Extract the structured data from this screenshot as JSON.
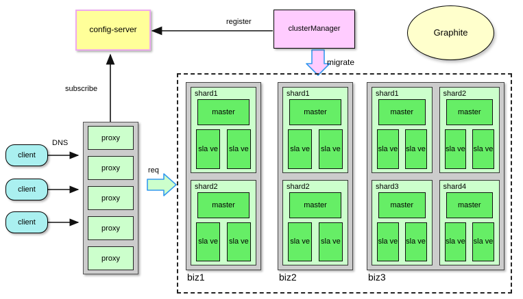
{
  "diagram": {
    "title": "Cluster architecture diagram",
    "background": "#ffffff",
    "colors": {
      "config_server_fill": "#ffff99",
      "config_server_border": "#eeaaee",
      "cluster_manager_fill": "#ffccff",
      "graphite_fill": "#ffffcc",
      "client_fill": "#aaf0f0",
      "rack_fill": "#cccccc",
      "proxy_fill": "#ccffcc",
      "shard_fill": "#ccffcc",
      "node_fill": "#66ee66",
      "arrow_outline": "#3399ee"
    }
  },
  "nodes": {
    "config_server": {
      "label": "config-server"
    },
    "cluster_manager": {
      "label": "clusterManager"
    },
    "graphite": {
      "label": "Graphite"
    }
  },
  "clients": [
    {
      "label": "client"
    },
    {
      "label": "client"
    },
    {
      "label": "client"
    }
  ],
  "proxy_rack": {
    "proxies": [
      {
        "label": "proxy"
      },
      {
        "label": "proxy"
      },
      {
        "label": "proxy"
      },
      {
        "label": "proxy"
      },
      {
        "label": "proxy"
      }
    ]
  },
  "edges": {
    "register": {
      "label": "register"
    },
    "subscribe": {
      "label": "subscribe"
    },
    "dns": {
      "label": "DNS"
    },
    "req": {
      "label": "req"
    },
    "migrate": {
      "label": "migrate"
    }
  },
  "labels": {
    "master": "master",
    "slave": "sla\nve"
  },
  "biz_clusters": [
    {
      "name": "biz1",
      "layout": "column",
      "shards": [
        {
          "title": "shard1",
          "master": "master",
          "slaves": [
            "sla ve",
            "sla ve"
          ]
        },
        {
          "title": "shard2",
          "master": "master",
          "slaves": [
            "sla ve",
            "sla ve"
          ]
        }
      ]
    },
    {
      "name": "biz2",
      "layout": "column",
      "shards": [
        {
          "title": "shard1",
          "master": "master",
          "slaves": [
            "sla ve",
            "sla ve"
          ]
        },
        {
          "title": "shard2",
          "master": "master",
          "slaves": [
            "sla ve",
            "sla ve"
          ]
        }
      ]
    },
    {
      "name": "biz3",
      "layout": "grid",
      "shards": [
        {
          "title": "shard1",
          "master": "master",
          "slaves": [
            "sla ve",
            "sla ve"
          ]
        },
        {
          "title": "shard2",
          "master": "master",
          "slaves": [
            "sla ve",
            "sla ve"
          ]
        },
        {
          "title": "shard3",
          "master": "master",
          "slaves": [
            "sla ve",
            "sla ve"
          ]
        },
        {
          "title": "shard4",
          "master": "master",
          "slaves": [
            "sla ve",
            "sla ve"
          ]
        }
      ]
    }
  ]
}
